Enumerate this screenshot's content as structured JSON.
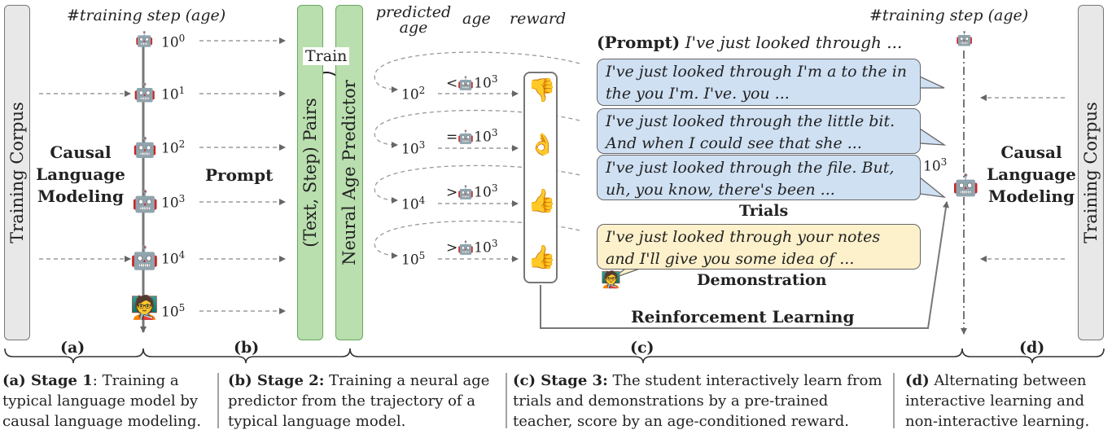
{
  "axis_header_left": "#training step (age)",
  "axis_header_right": "#training step (age)",
  "training_corpus": "Training Corpus",
  "causal_lm": [
    "Causal",
    "Language",
    "Modeling"
  ],
  "prompt_label": "Prompt",
  "pairs_label": "(Text, Step) Pairs",
  "predictor_label": "Neural Age Predictor",
  "train_label": "Train",
  "col_headers": {
    "predicted_age": "predicted age",
    "age": "age",
    "reward": "reward"
  },
  "steps": [
    {
      "base": "10",
      "exp": "0"
    },
    {
      "base": "10",
      "exp": "1"
    },
    {
      "base": "10",
      "exp": "2"
    },
    {
      "base": "10",
      "exp": "3"
    },
    {
      "base": "10",
      "exp": "4"
    },
    {
      "base": "10",
      "exp": "5"
    }
  ],
  "predicted_rows": [
    {
      "pred_base": "10",
      "pred_exp": "2",
      "op": "<",
      "age_base": "10",
      "age_exp": "3",
      "reward_icon": "thumbs-down-icon"
    },
    {
      "pred_base": "10",
      "pred_exp": "3",
      "op": "=",
      "age_base": "10",
      "age_exp": "3",
      "reward_icon": "ok-hand-icon"
    },
    {
      "pred_base": "10",
      "pred_exp": "4",
      "op": ">",
      "age_base": "10",
      "age_exp": "3",
      "reward_icon": "thumbs-up-icon"
    },
    {
      "pred_base": "10",
      "pred_exp": "5",
      "op": ">",
      "age_base": "10",
      "age_exp": "3",
      "reward_icon": "thumbs-up-icon"
    }
  ],
  "prompt_line": {
    "bold": "(Prompt)",
    "text": "I've just looked through ..."
  },
  "trials": [
    [
      "I've just looked through I'm a to the in",
      "the you I'm. I've. you ..."
    ],
    [
      "I've just looked through the little bit.",
      "And when I could see that she ..."
    ],
    [
      "I've just looked through the file. But,",
      "uh, you know, there's been ..."
    ]
  ],
  "trials_label": "Trials",
  "demonstration": [
    "I've just looked through your notes",
    "and I'll give you some idea of ..."
  ],
  "demonstration_label": "Demonstration",
  "rl_label": "Reinforcement Learning",
  "right_age": {
    "base": "10",
    "exp": "3"
  },
  "panel_labels": [
    "(a)",
    "(b)",
    "(c)",
    "(d)"
  ],
  "captions": [
    {
      "bold": "(a) Stage 1",
      "text": ": Training a typical language model by causal language modeling."
    },
    {
      "bold": "(b) Stage 2:",
      "text": " Training a neural age predictor from the trajectory of a typical language model."
    },
    {
      "bold": "(c) Stage 3:",
      "text": " The student interactively learn from trials and demonstrations by a pre-trained teacher, score by an age-conditioned reward."
    },
    {
      "bold": "(d)",
      "text": " Alternating between interactive learning and non-interactive learning."
    }
  ],
  "colors": {
    "bubble_blue": "#cfe0f3",
    "bubble_yellow": "#fdf1cb",
    "green_box": "#b9dfae",
    "gray_box": "#e8e8e8"
  }
}
